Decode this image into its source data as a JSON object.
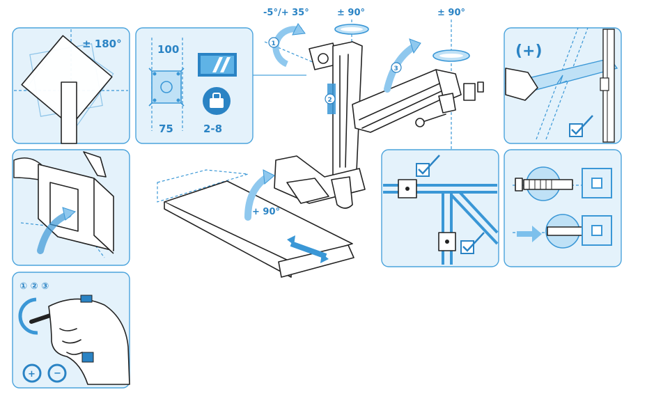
{
  "title": "Sit-stand workstation adjustment diagram",
  "labels": {
    "tilt": "-5°/+ 35°",
    "swivel_top": "± 90°",
    "swivel_right": "± 90°",
    "rotation": "± 180°",
    "vesa_100": "100",
    "vesa_75": "75",
    "weight": "2-8",
    "keyboard_swivel": "+ 90°",
    "plus": "(+)",
    "steps": "① ② ③",
    "step1": "1",
    "step2": "2",
    "step3": "3"
  },
  "colors": {
    "accent": "#2a83c4",
    "panel": "#e4f2fb",
    "line": "#4aa3dc"
  }
}
